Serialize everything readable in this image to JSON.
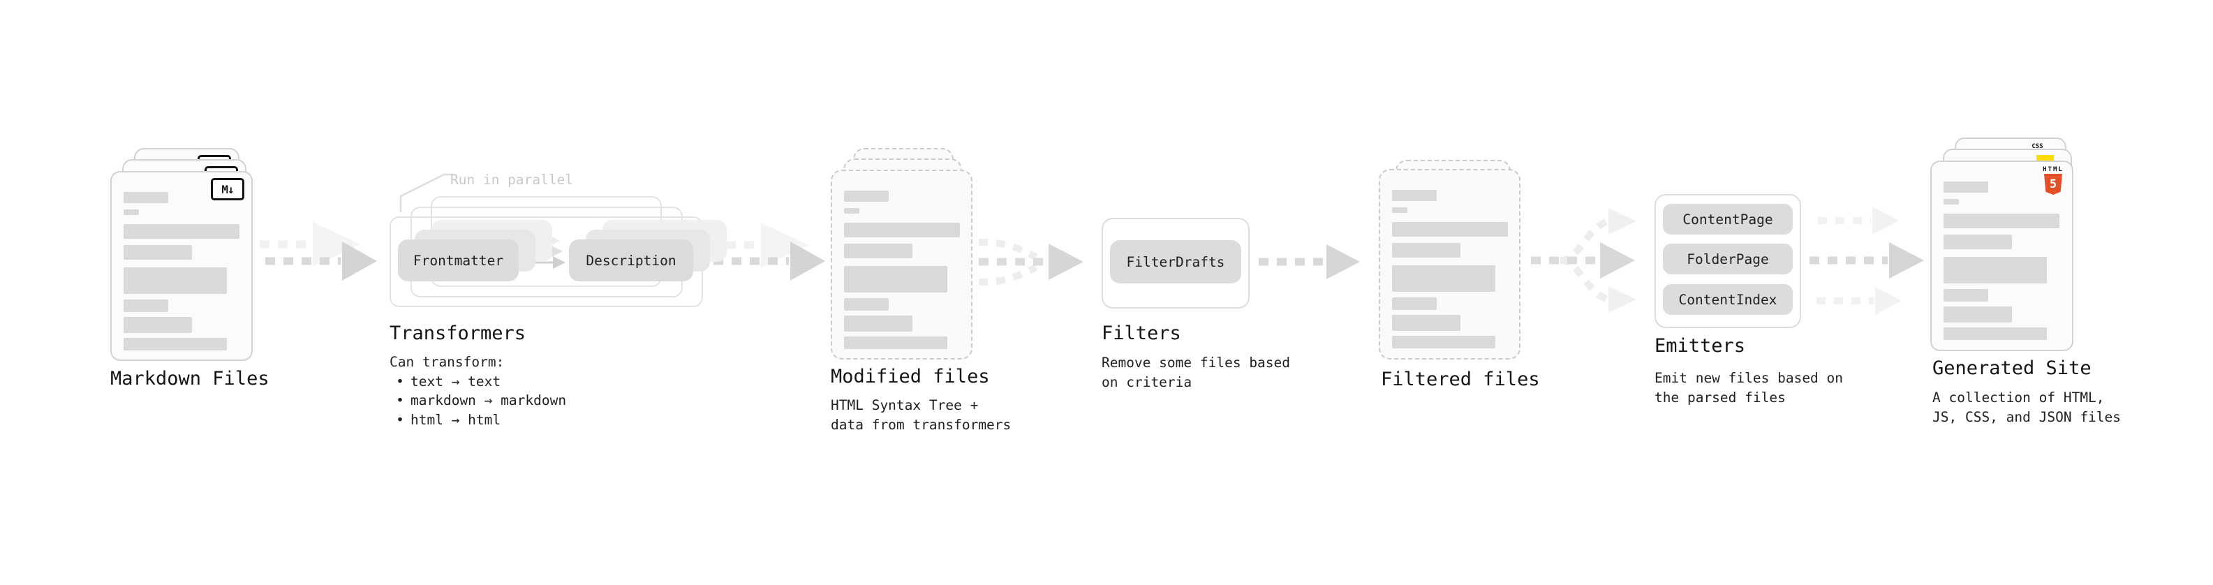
{
  "colors": {
    "accent_html5": "#e34f26",
    "accent_js": "#ffdd00",
    "accent_css": "#2b6ce5"
  },
  "icons": {
    "markdown_label": "M↓",
    "html5_word": "HTML",
    "html5_number": "5",
    "css_label": "CSS"
  },
  "stages": {
    "markdown_files": {
      "label": "Markdown Files"
    },
    "transformers": {
      "label": "Transformers",
      "annotation": "Run in parallel",
      "pill_left": "Frontmatter",
      "pill_right": "Description",
      "intro": "Can transform:",
      "bullet_char": "•",
      "bullets": [
        "text → text",
        "markdown → markdown",
        "html → html"
      ]
    },
    "modified_files": {
      "label": "Modified files",
      "lines": [
        "HTML Syntax Tree +",
        "data from transformers"
      ]
    },
    "filters": {
      "label": "Filters",
      "pill": "FilterDrafts",
      "lines": [
        "Remove some files based",
        "on criteria"
      ]
    },
    "filtered_files": {
      "label": "Filtered files"
    },
    "emitters": {
      "label": "Emitters",
      "pills": [
        "ContentPage",
        "FolderPage",
        "ContentIndex"
      ],
      "lines": [
        "Emit new files based on",
        "the parsed files"
      ]
    },
    "generated_site": {
      "label": "Generated Site",
      "lines": [
        "A collection of HTML,",
        "JS, CSS, and JSON files"
      ]
    }
  }
}
